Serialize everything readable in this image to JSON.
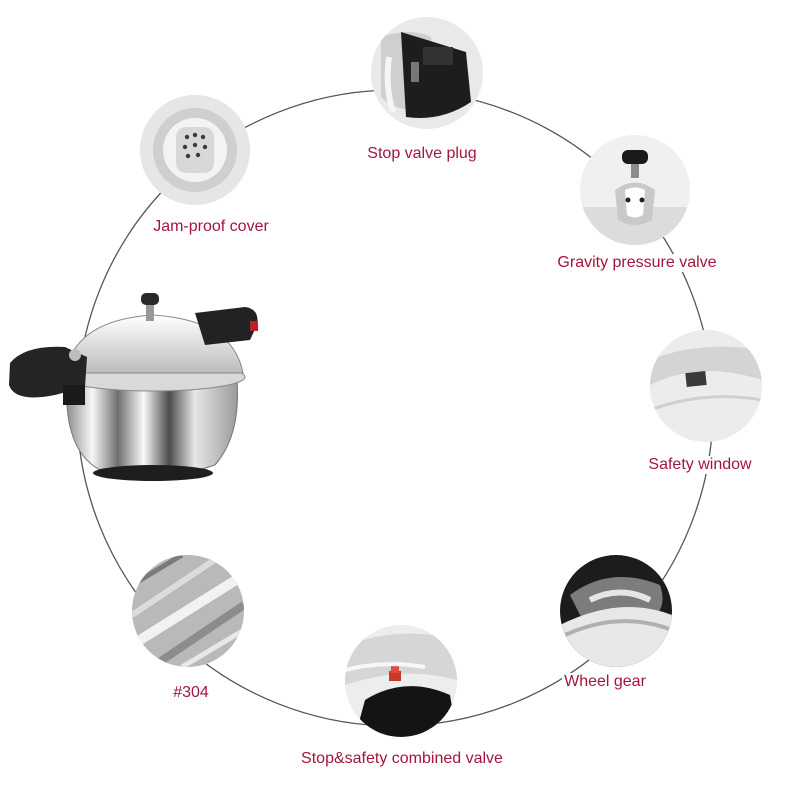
{
  "theme": {
    "label_color": "#a4153a",
    "ring_color": "#555555"
  },
  "features": [
    {
      "label": "Stop valve plug",
      "icon": "stop-valve-plug-icon"
    },
    {
      "label": "Gravity pressure valve",
      "icon": "gravity-pressure-valve-icon"
    },
    {
      "label": "Safety window",
      "icon": "safety-window-icon"
    },
    {
      "label": "Wheel gear",
      "icon": "wheel-gear-icon"
    },
    {
      "label": "Stop&safety combined valve",
      "icon": "combined-valve-icon"
    },
    {
      "label": "#304",
      "icon": "stainless-steel-icon"
    },
    {
      "label": "Jam-proof cover",
      "icon": "jam-proof-cover-icon"
    }
  ],
  "product": {
    "icon": "pressure-cooker-icon"
  }
}
